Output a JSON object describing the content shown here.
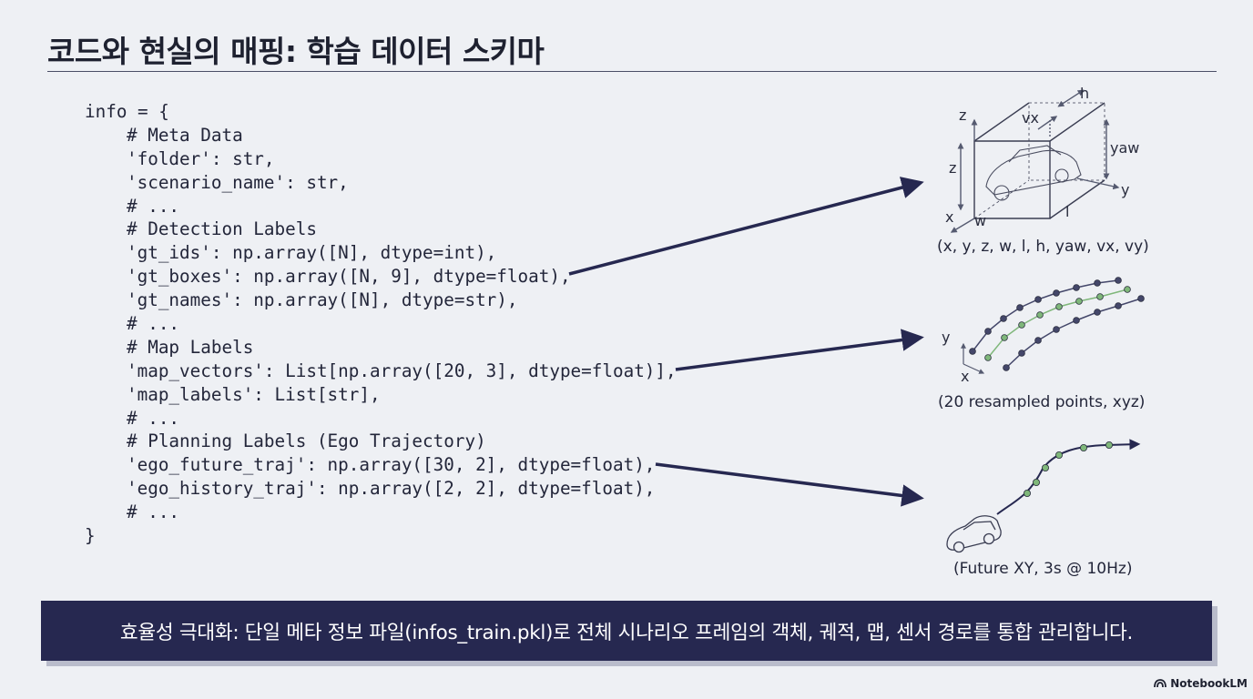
{
  "title": "코드와 현실의 매핑: 학습 데이터 스키마",
  "code_lines": [
    {
      "text": "info = {",
      "indent": 0
    },
    {
      "text": "# Meta Data",
      "indent": 1
    },
    {
      "text": "'folder': str,",
      "indent": 1
    },
    {
      "text": "'scenario_name': str,",
      "indent": 1
    },
    {
      "text": "# ...",
      "indent": 1
    },
    {
      "text": "# Detection Labels",
      "indent": 1
    },
    {
      "text": "'gt_ids': np.array([N], dtype=int),",
      "indent": 1
    },
    {
      "text": "'gt_boxes': np.array([N, 9], dtype=float),",
      "indent": 1
    },
    {
      "text": "'gt_names': np.array([N], dtype=str),",
      "indent": 1
    },
    {
      "text": "# ...",
      "indent": 1
    },
    {
      "text": "# Map Labels",
      "indent": 1
    },
    {
      "text": "'map_vectors': List[np.array([20, 3], dtype=float)],",
      "indent": 1
    },
    {
      "text": "'map_labels': List[str],",
      "indent": 1
    },
    {
      "text": "# ...",
      "indent": 1
    },
    {
      "text": "# Planning Labels (Ego Trajectory)",
      "indent": 1
    },
    {
      "text": "'ego_future_traj': np.array([30, 2], dtype=float),",
      "indent": 1
    },
    {
      "text": "'ego_history_traj': np.array([2, 2], dtype=float),",
      "indent": 1
    },
    {
      "text": "# ...",
      "indent": 1
    },
    {
      "text": "}",
      "indent": 0
    }
  ],
  "box_diagram": {
    "labels": {
      "h": "h",
      "z_top": "z",
      "vx": "vx",
      "yaw": "yaw",
      "z_side": "z",
      "y": "y",
      "x": "x",
      "w": "w",
      "l": "l"
    },
    "caption": "(x, y, z, w, l, h, yaw, vx, vy)"
  },
  "map_diagram": {
    "labels": {
      "y": "y",
      "x": "x"
    },
    "caption": "(20 resampled points, xyz)"
  },
  "traj_diagram": {
    "caption": "(Future XY, 3s @ 10Hz)"
  },
  "banner": {
    "text": "효율성 극대화: 단일 메타 정보 파일(infos_train.pkl)로 전체 시나리오 프레임의 객체, 궤적, 맵, 센서 경로를 통합 관리합니다."
  },
  "brand": {
    "name": "NotebookLM",
    "icon": "notebooklm-logo-icon"
  },
  "colors": {
    "banner_bg": "#262850",
    "arrow": "#262850",
    "map_dark": "#44476a",
    "map_green": "#7fb77a",
    "traj_green": "#7fb77a"
  }
}
